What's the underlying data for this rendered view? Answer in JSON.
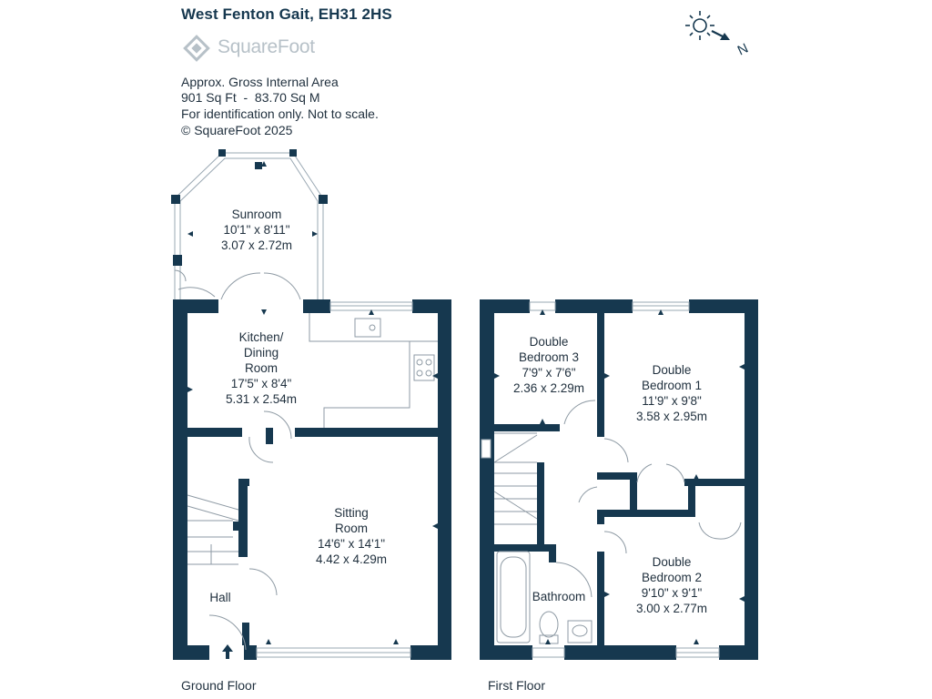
{
  "header": {
    "title": "West Fenton Gait, EH31 2HS",
    "brand": "SquareFoot"
  },
  "info": {
    "line1": "Approx. Gross Internal Area",
    "line2": "901 Sq Ft  -  83.70 Sq M",
    "line3": "For identification only. Not to scale.",
    "line4": "© SquareFoot 2025"
  },
  "compass": {
    "label": "N",
    "icon": "sun-compass-icon"
  },
  "colors": {
    "wall": "#16384f",
    "window": "#9aa8b3",
    "fixture": "#8e9aa4"
  },
  "ground_floor": {
    "label": "Ground Floor",
    "rooms": {
      "sunroom": {
        "name": "Sunroom",
        "imperial": "10'1\" x 8'11\"",
        "metric": "3.07 x 2.72m"
      },
      "kitchen": {
        "name1": "Kitchen/",
        "name2": "Dining",
        "name3": "Room",
        "imperial": "17'5\" x 8'4\"",
        "metric": "5.31 x 2.54m"
      },
      "sitting": {
        "name1": "Sitting",
        "name2": "Room",
        "imperial": "14'6\" x 14'1\"",
        "metric": "4.42 x 4.29m"
      },
      "hall": {
        "name": "Hall"
      }
    }
  },
  "first_floor": {
    "label": "First Floor",
    "rooms": {
      "bedroom3": {
        "name1": "Double",
        "name2": "Bedroom 3",
        "imperial": "7'9\" x 7'6\"",
        "metric": "2.36 x 2.29m"
      },
      "bedroom1": {
        "name1": "Double",
        "name2": "Bedroom 1",
        "imperial": "11'9\" x 9'8\"",
        "metric": "3.58 x 2.95m"
      },
      "bedroom2": {
        "name1": "Double",
        "name2": "Bedroom 2",
        "imperial": "9'10\" x 9'1\"",
        "metric": "3.00 x 2.77m"
      },
      "bathroom": {
        "name": "Bathroom"
      }
    }
  }
}
